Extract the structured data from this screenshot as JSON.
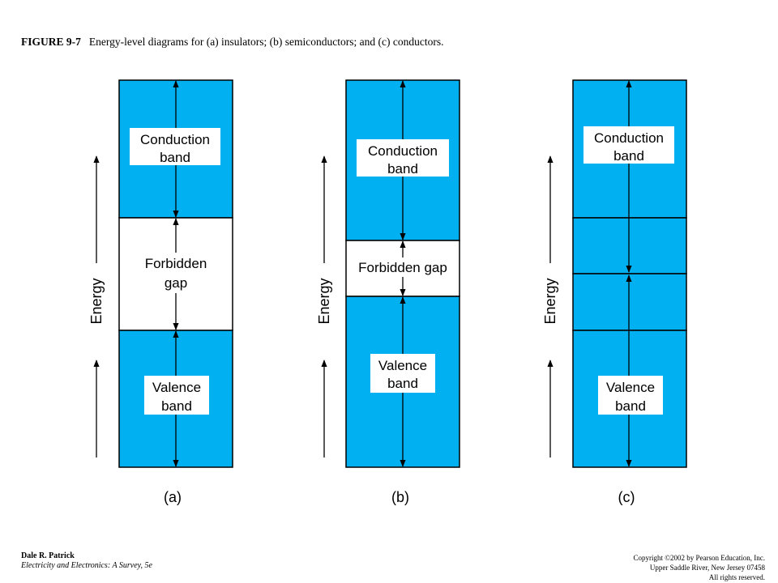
{
  "caption": {
    "figure_label": "FIGURE 9-7",
    "text": "Energy-level diagrams for (a) insulators; (b) semiconductors; and (c) conductors."
  },
  "colors": {
    "band_fill": "#00b0f0",
    "gap_fill": "#ffffff",
    "stroke": "#000000"
  },
  "diagrams": {
    "a": {
      "sublabel": "(a)",
      "energy_label": "Energy",
      "conduction_line1": "Conduction",
      "conduction_line2": "band",
      "gap_line1": "Forbidden",
      "gap_line2": "gap",
      "valence_line1": "Valence",
      "valence_line2": "band"
    },
    "b": {
      "sublabel": "(b)",
      "energy_label": "Energy",
      "conduction_line1": "Conduction",
      "conduction_line2": "band",
      "gap_line1": "Forbidden gap",
      "valence_line1": "Valence",
      "valence_line2": "band"
    },
    "c": {
      "sublabel": "(c)",
      "energy_label": "Energy",
      "conduction_line1": "Conduction",
      "conduction_line2": "band",
      "valence_line1": "Valence",
      "valence_line2": "band"
    }
  },
  "footer": {
    "author": "Dale R. Patrick",
    "book": "Electricity and Electronics:  A Survey, 5e",
    "copyright_line1": "Copyright ©2002 by Pearson Education, Inc.",
    "copyright_line2": "Upper Saddle River, New Jersey 07458",
    "copyright_line3": "All rights reserved."
  }
}
